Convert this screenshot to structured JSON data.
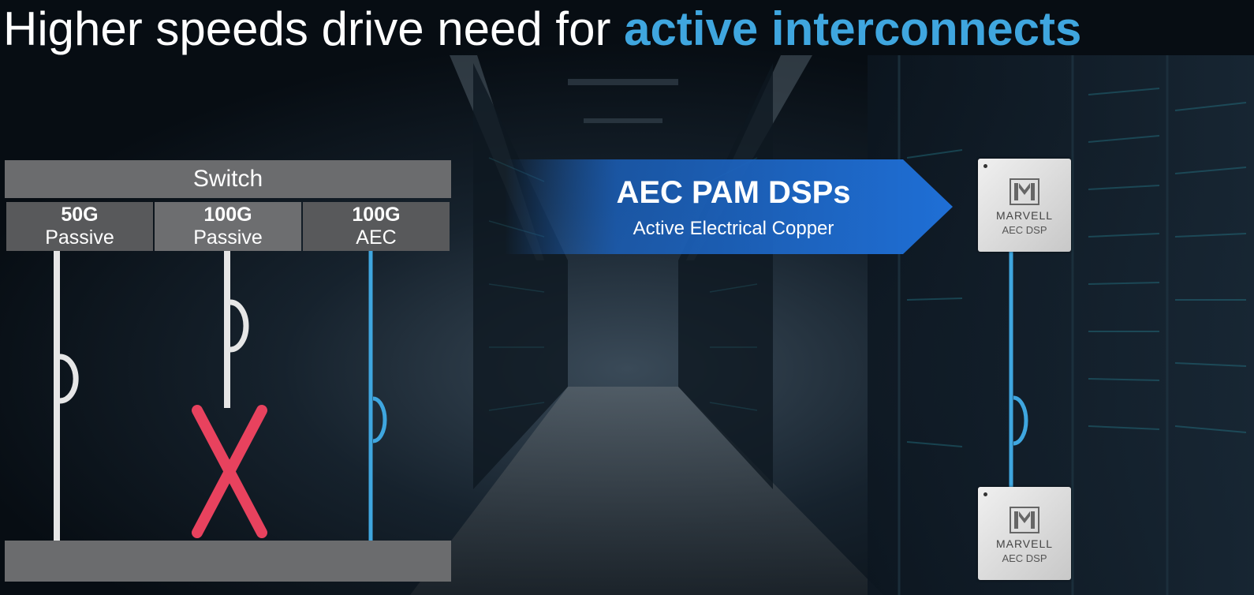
{
  "title": {
    "plain": "Higher speeds drive need for ",
    "highlight": "active interconnects"
  },
  "switch": {
    "label": "Switch",
    "columns": [
      {
        "speed": "50G",
        "kind": "Passive",
        "status": "works",
        "color": "#e6e6e6"
      },
      {
        "speed": "100G",
        "kind": "Passive",
        "status": "fails",
        "color": "#e6e6e6"
      },
      {
        "speed": "100G",
        "kind": "AEC",
        "status": "works",
        "color": "#3fa6df"
      }
    ]
  },
  "arrow": {
    "title": "AEC PAM DSPs",
    "subtitle": "Active Electrical Copper",
    "color": "#1f6fd6"
  },
  "chips": [
    {
      "brand": "MARVELL",
      "model": "AEC DSP"
    },
    {
      "brand": "MARVELL",
      "model": "AEC DSP"
    }
  ],
  "colors": {
    "accent": "#3fa6df",
    "fail_x": "#e8425e",
    "cable_passive": "#e6e6e6",
    "bar_gray": "#6b6c6e"
  }
}
